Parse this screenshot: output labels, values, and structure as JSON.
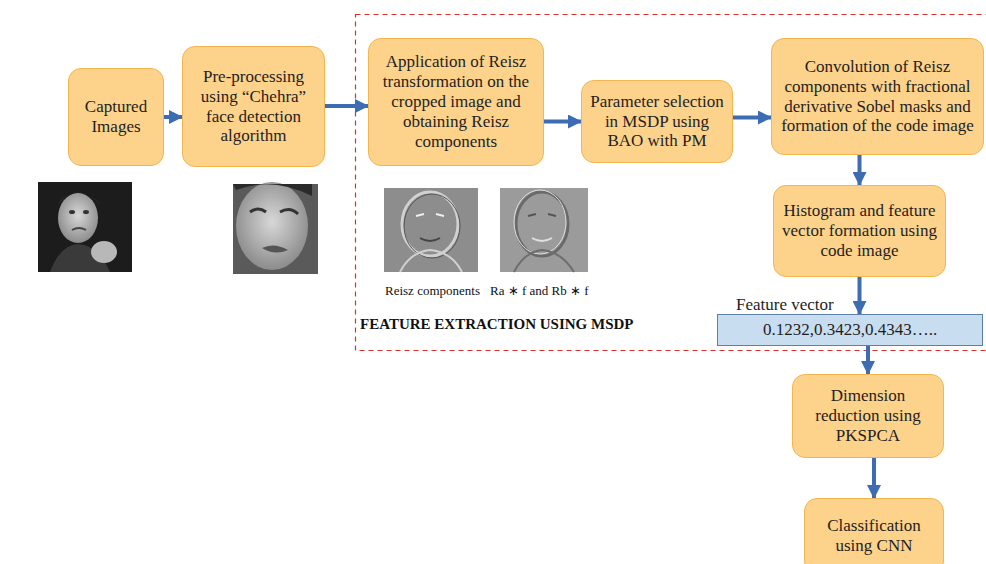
{
  "diagram": {
    "nodes": [
      {
        "text": [
          "Captured Images"
        ]
      },
      {
        "text": [
          "Pre-processing using “Chehra” face detection algorithm"
        ]
      },
      {
        "text": [
          "Application of Reisz transformation on the cropped image and obtaining Reisz components"
        ]
      },
      {
        "text": [
          "Parameter selection in MSDP using BAO with PM"
        ]
      },
      {
        "text": [
          "Convolution of Reisz components with fractional derivative Sobel masks and formation of the code image"
        ]
      },
      {
        "text": [
          "Histogram and feature vector formation using code image"
        ]
      },
      {
        "text": [
          "Feature vector",
          "0.1232,0.3423,0.4343….."
        ]
      },
      {
        "text": [
          "Dimension reduction using PKSPCA"
        ]
      },
      {
        "text": [
          "Classification using CNN"
        ]
      }
    ],
    "edges": [
      {
        "from": 0,
        "to": 1,
        "arrow": "to"
      },
      {
        "from": 1,
        "to": 2,
        "arrow": "to"
      },
      {
        "from": 2,
        "to": 3,
        "arrow": "to"
      },
      {
        "from": 3,
        "to": 4,
        "arrow": "to"
      },
      {
        "from": 4,
        "to": 5,
        "arrow": "to"
      },
      {
        "from": 5,
        "to": 6,
        "arrow": "to"
      },
      {
        "from": 6,
        "to": 7,
        "arrow": "to"
      },
      {
        "from": 7,
        "to": 8,
        "arrow": "to"
      }
    ],
    "labels": [
      "Reisz components",
      "Ra ∗ f and Rb ∗ f",
      "FEATURE EXTRACTION USING MSDP"
    ]
  }
}
